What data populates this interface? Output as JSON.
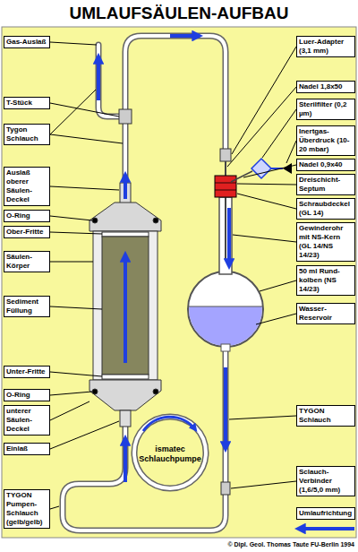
{
  "diagram": {
    "title": "UMLAUFSÄULEN-AUFBAU",
    "caption": "© Dipl. Geol. Thomas Taute FU-Berlin 1994",
    "nodes": [
      {
        "text": [
          "Gas-Auslaß"
        ]
      },
      {
        "text": [
          "T-Stück"
        ]
      },
      {
        "text": [
          "Tygon Schlauch"
        ]
      },
      {
        "text": [
          "Auslaß oberer Säulen-Deckel"
        ]
      },
      {
        "text": [
          "O-Ring"
        ]
      },
      {
        "text": [
          "Ober-Fritte"
        ]
      },
      {
        "text": [
          "Säulen-Körper"
        ]
      },
      {
        "text": [
          "Sediment Füllung"
        ]
      },
      {
        "text": [
          "Unter-Fritte"
        ]
      },
      {
        "text": [
          "O-Ring"
        ]
      },
      {
        "text": [
          "unterer Säulen-Deckel"
        ]
      },
      {
        "text": [
          "Einlaß"
        ]
      },
      {
        "text": [
          "TYGON Pumpen-Schlauch (gelb/gelb)"
        ]
      },
      {
        "text": [
          "Luer-Adapter (3,1 mm)"
        ]
      },
      {
        "text": [
          "Nadel 1,8x50"
        ]
      },
      {
        "text": [
          "Sterilfilter (0,2 µm)"
        ]
      },
      {
        "text": [
          "Inertgas-Überdruck (10-20 mbar)"
        ]
      },
      {
        "text": [
          "Nadel 0,9x40"
        ]
      },
      {
        "text": [
          "Dreischicht-Septum"
        ]
      },
      {
        "text": [
          "Schraubdeckel (GL 14)"
        ]
      },
      {
        "text": [
          "Gewinderohr mit NS-Kern (GL 14/NS 14/23)"
        ]
      },
      {
        "text": [
          "50 ml Rund-kolben (NS 14/23)"
        ]
      },
      {
        "text": [
          "Wasser-Reservoir"
        ]
      },
      {
        "text": [
          "ismatec Schlauchpumpe"
        ]
      },
      {
        "text": [
          "TYGON Schlauch"
        ]
      },
      {
        "text": [
          "Sclauch-Verbinder (1,6/5,0 mm)"
        ]
      },
      {
        "text": [
          "Umlaufrichtung"
        ]
      }
    ]
  }
}
